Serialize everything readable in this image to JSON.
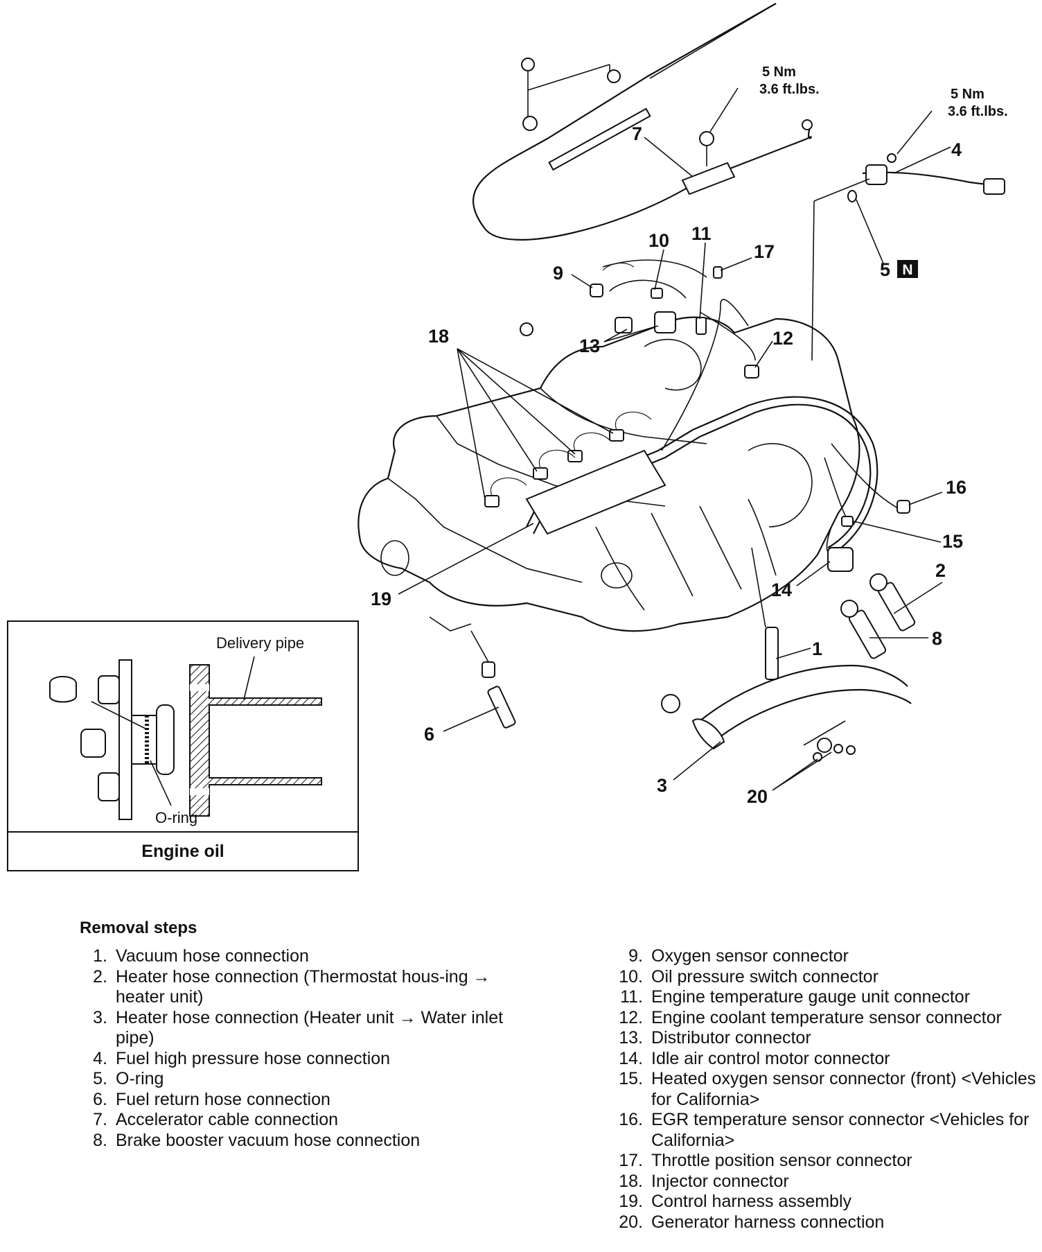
{
  "callouts": {
    "c1": "1",
    "c2": "2",
    "c3": "3",
    "c4": "4",
    "c5": "5",
    "c6": "6",
    "c7": "7",
    "c8": "8",
    "c9": "9",
    "c10": "10",
    "c11": "11",
    "c12": "12",
    "c13": "13",
    "c14": "14",
    "c15": "15",
    "c16": "16",
    "c17": "17",
    "c18": "18",
    "c19": "19",
    "c20": "20"
  },
  "torque_a": {
    "nm": "5 Nm",
    "ftlbs": "3.6 ft.lbs."
  },
  "torque_b": {
    "nm": "5 Nm",
    "ftlbs": "3.6 ft.lbs."
  },
  "new_part_badge": "N",
  "inset": {
    "delivery_pipe_label": "Delivery pipe",
    "o_ring_label": "O-ring",
    "caption": "Engine oil"
  },
  "removal": {
    "title": "Removal steps",
    "left": [
      {
        "num": "1.",
        "text": "Vacuum hose connection"
      },
      {
        "num": "2.",
        "text": "Heater hose connection (Thermostat hous-ing → heater unit)"
      },
      {
        "num": "3.",
        "text": "Heater hose connection (Heater unit → Water inlet pipe)"
      },
      {
        "num": "4.",
        "text": "Fuel high pressure hose connection"
      },
      {
        "num": "5.",
        "text": "O-ring"
      },
      {
        "num": "6.",
        "text": "Fuel return hose connection"
      },
      {
        "num": "7.",
        "text": "Accelerator cable connection"
      },
      {
        "num": "8.",
        "text": "Brake booster vacuum hose connection"
      }
    ],
    "right": [
      {
        "num": "9.",
        "text": "Oxygen sensor connector"
      },
      {
        "num": "10.",
        "text": "Oil pressure switch connector"
      },
      {
        "num": "11.",
        "text": "Engine temperature gauge unit connector"
      },
      {
        "num": "12.",
        "text": "Engine coolant temperature sensor connector"
      },
      {
        "num": "13.",
        "text": "Distributor connector"
      },
      {
        "num": "14.",
        "text": "Idle air control motor connector"
      },
      {
        "num": "15.",
        "text": "Heated oxygen sensor connector (front) <Vehicles for California>"
      },
      {
        "num": "16.",
        "text": "EGR temperature sensor connector <Vehicles for California>"
      },
      {
        "num": "17.",
        "text": "Throttle position sensor connector"
      },
      {
        "num": "18.",
        "text": "Injector connector"
      },
      {
        "num": "19.",
        "text": "Control harness assembly"
      },
      {
        "num": "20.",
        "text": "Generator harness connection"
      }
    ]
  }
}
